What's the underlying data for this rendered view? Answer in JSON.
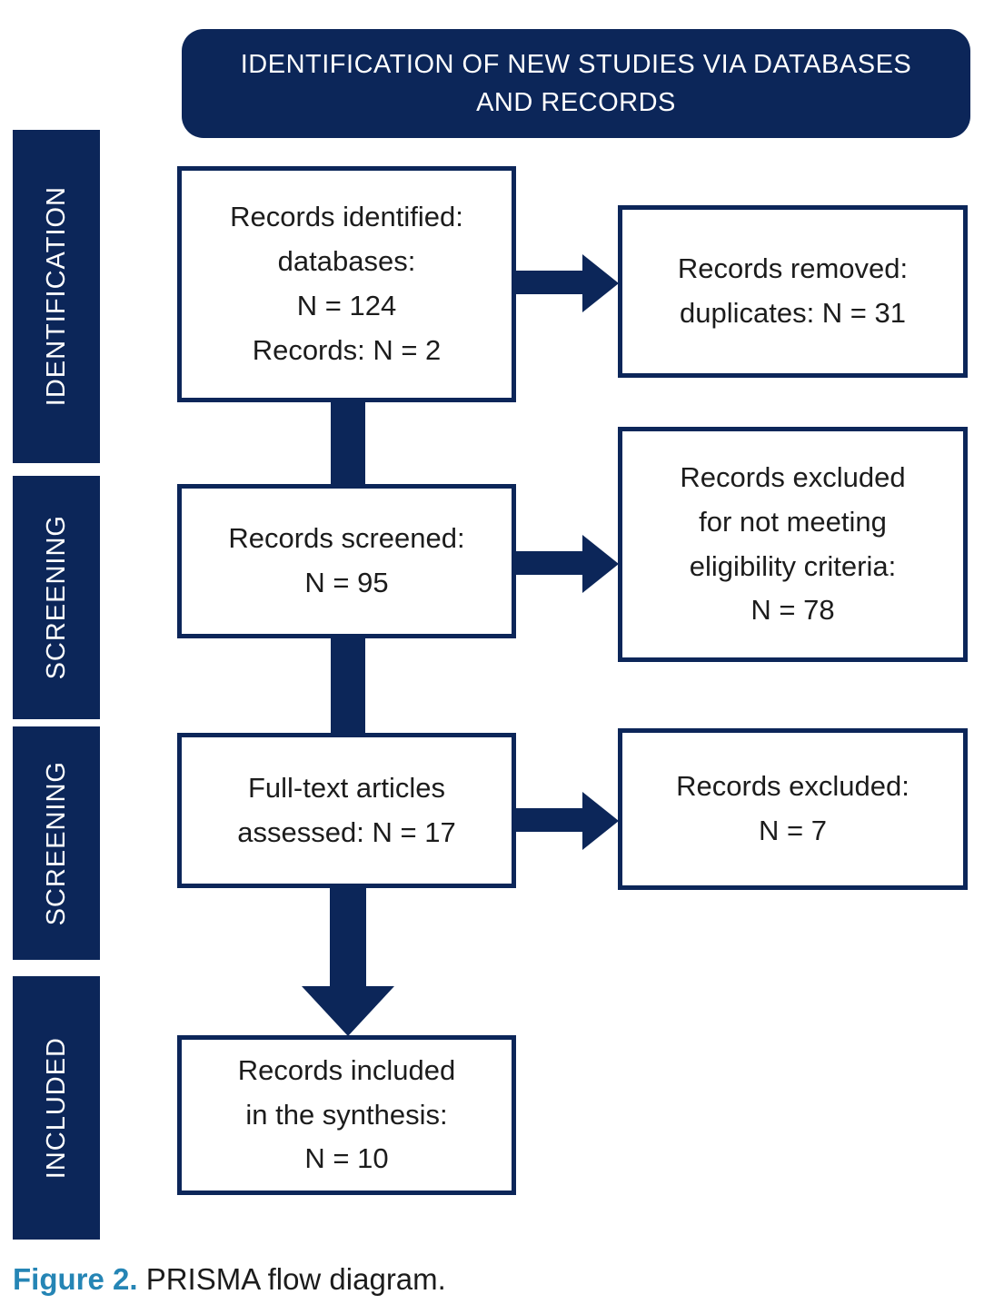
{
  "colors": {
    "navy": "#0c2659",
    "caption_blue": "#2585b5",
    "box_text": "#1c1c1c",
    "banner_text": "#ffffff"
  },
  "header": {
    "title": "IDENTIFICATION OF NEW STUDIES VIA DATABASES AND RECORDS"
  },
  "sidebar": {
    "items": [
      {
        "label": "IDENTIFICATION"
      },
      {
        "label": "SCREENING"
      },
      {
        "label": "SCREENING"
      },
      {
        "label": "INCLUDED"
      }
    ]
  },
  "flow": {
    "main_boxes": [
      {
        "lines": [
          "Records identified:",
          "databases:",
          "N = 124",
          "Records: N = 2"
        ]
      },
      {
        "lines": [
          "Records screened:",
          "N = 95"
        ]
      },
      {
        "lines": [
          "Full-text articles",
          "assessed: N = 17"
        ]
      },
      {
        "lines": [
          "Records included",
          "in the synthesis:",
          "N = 10"
        ]
      }
    ],
    "side_boxes": [
      {
        "lines": [
          "Records removed:",
          "duplicates: N = 31"
        ]
      },
      {
        "lines": [
          "Records excluded",
          "for not meeting",
          "eligibility criteria:",
          "N = 78"
        ]
      },
      {
        "lines": [
          "Records excluded:",
          "N = 7"
        ]
      }
    ]
  },
  "caption": {
    "label": "Figure 2.",
    "text": " PRISMA flow diagram."
  }
}
